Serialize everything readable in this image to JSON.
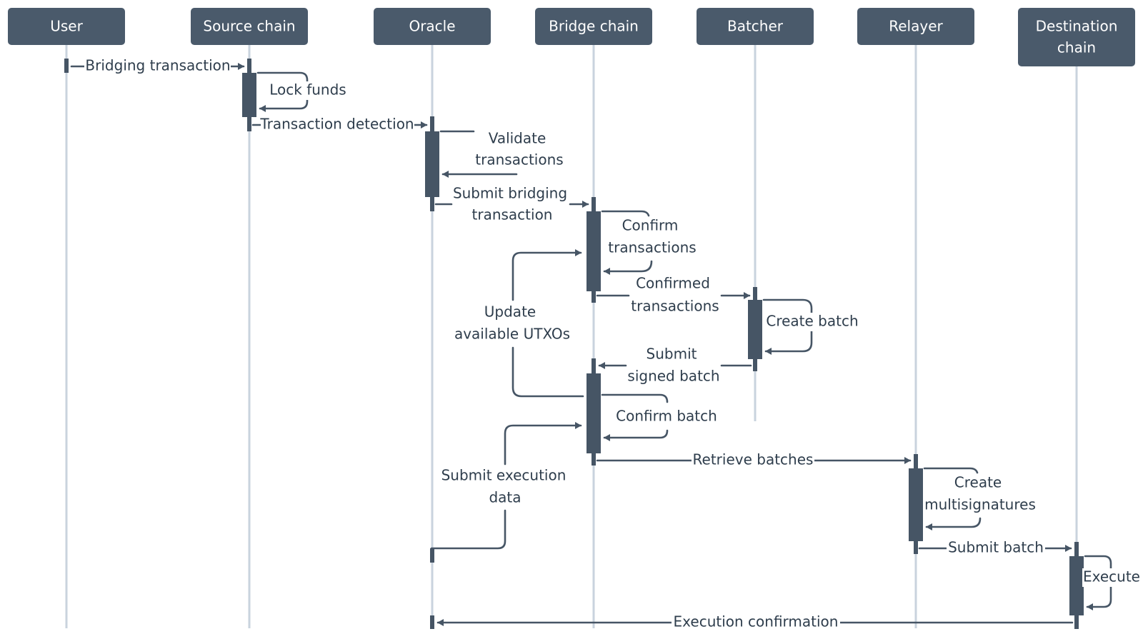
{
  "participants": {
    "user": "User",
    "source": "Source chain",
    "oracle": "Oracle",
    "bridge": "Bridge chain",
    "batcher": "Batcher",
    "relayer": "Relayer",
    "destination": [
      "Destination",
      "chain"
    ]
  },
  "messages": {
    "bridging_tx": "Bridging transaction",
    "lock_funds": "Lock funds",
    "tx_detection": "Transaction detection",
    "validate_tx": [
      "Validate",
      "transactions"
    ],
    "submit_bridging": [
      "Submit bridging",
      "transaction"
    ],
    "confirm_tx": [
      "Confirm",
      "transactions"
    ],
    "update_utxos": [
      "Update",
      "available UTXOs"
    ],
    "confirmed_tx": [
      "Confirmed",
      "transactions"
    ],
    "create_batch": "Create batch",
    "submit_signed": [
      "Submit",
      "signed batch"
    ],
    "confirm_batch": "Confirm batch",
    "submit_exec_data": [
      "Submit execution",
      "data"
    ],
    "retrieve_batches": "Retrieve batches",
    "create_multisig": [
      "Create",
      "multisignatures"
    ],
    "submit_batch": "Submit batch",
    "execute": "Execute",
    "exec_confirmation": "Execution confirmation"
  },
  "colors": {
    "header": "#4a5a6b",
    "lifeline": "#c9d3de",
    "activation": "#465565",
    "text": "#2e3d4c"
  }
}
